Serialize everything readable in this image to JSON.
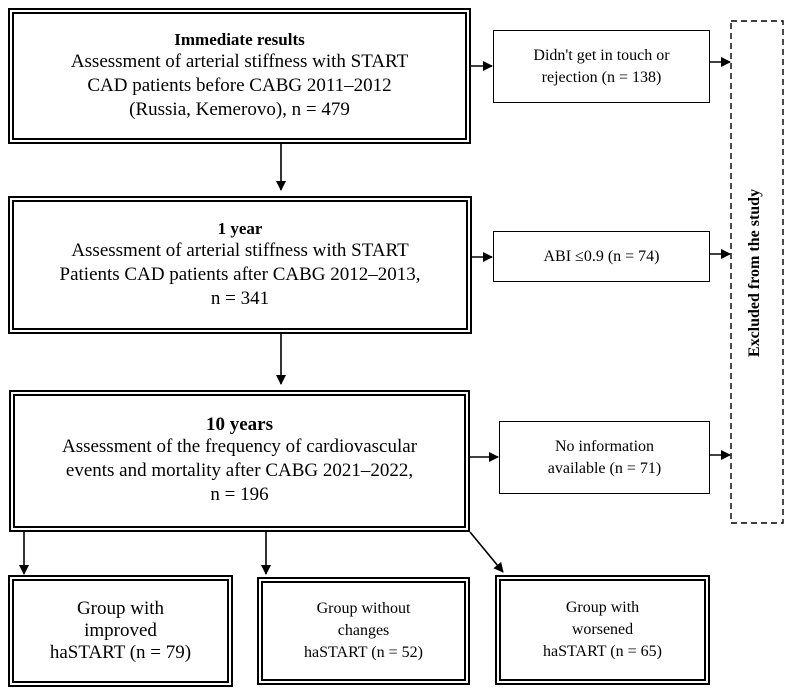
{
  "stage1": {
    "title": "Immediate results",
    "lines": [
      "Assessment of arterial stiffness with START",
      "CAD patients before CABG 2011–2012",
      "(Russia, Kemerovo), n = 479"
    ]
  },
  "excluded1": {
    "lines": [
      "Didn't get in touch or",
      "rejection (n = 138)"
    ]
  },
  "stage2": {
    "title": "1 year",
    "lines": [
      "Assessment of arterial stiffness with START",
      "Patients CAD patients after CABG 2012–2013,",
      "n = 341"
    ]
  },
  "excluded2": {
    "lines": [
      "ABI ≤0.9 (n = 74)"
    ]
  },
  "stage3": {
    "title": "10 years",
    "lines": [
      "Assessment of the frequency of cardiovascular",
      "events and mortality after CABG 2021–2022,",
      "n = 196"
    ]
  },
  "excluded3": {
    "lines": [
      "No information",
      "available (n = 71)"
    ]
  },
  "excluded_label": "Excluded from the study",
  "groups": [
    {
      "lines": [
        "Group with",
        "improved",
        "haSTART (n = 79)"
      ]
    },
    {
      "lines": [
        "Group without",
        "changes",
        "haSTART (n = 52)"
      ]
    },
    {
      "lines": [
        "Group with",
        "worsened",
        "haSTART (n = 65)"
      ]
    }
  ]
}
